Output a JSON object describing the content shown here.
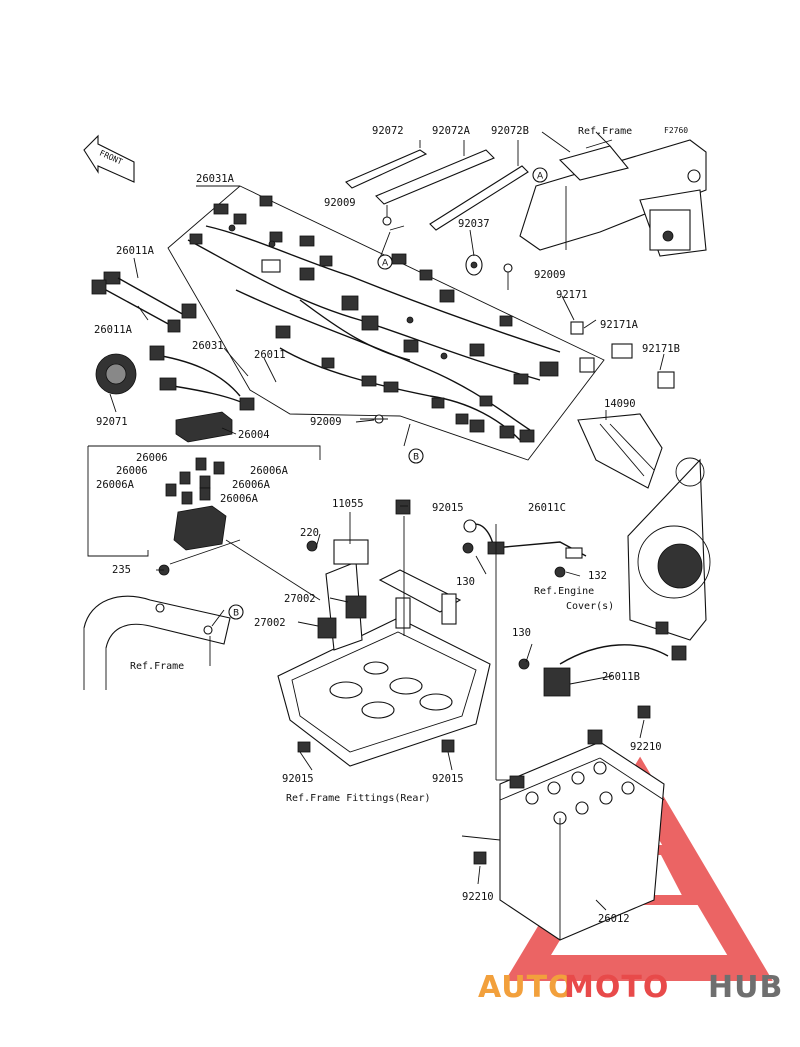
{
  "figure_code": "F2760",
  "front_label": "FRONT",
  "callouts": [
    "A",
    "A",
    "B",
    "B"
  ],
  "part_numbers": {
    "p92072": "92072",
    "p92072A": "92072A",
    "p92072B": "92072B",
    "p26031A": "26031A",
    "p92009_top": "92009",
    "p92037": "92037",
    "p92009_right": "92009",
    "p26011A_top": "26011A",
    "p26011A_bot": "26011A",
    "p92171": "92171",
    "p92171A": "92171A",
    "p92171B": "92171B",
    "p26031": "26031",
    "p26011": "26011",
    "p92071": "92071",
    "p92009_mid": "92009",
    "p14090": "14090",
    "p26004": "26004",
    "p26006_a": "26006",
    "p26006_b": "26006",
    "p26006A_a": "26006A",
    "p26006A_b": "26006A",
    "p26006A_c": "26006A",
    "p26006A_d": "26006A",
    "p11055": "11055",
    "p92015_top": "92015",
    "p26011C": "26011C",
    "p220": "220",
    "p235": "235",
    "p130_a": "130",
    "p132": "132",
    "p27002_a": "27002",
    "p27002_b": "27002",
    "p130_b": "130",
    "p26011B": "26011B",
    "p92210_a": "92210",
    "p92015_bl": "92015",
    "p92015_br": "92015",
    "p92210_b": "92210",
    "p26012": "26012"
  },
  "references": {
    "ref_frame_top": "Ref.Frame",
    "ref_engine_1": "Ref.Engine",
    "ref_engine_2": "Cover(s)",
    "ref_frame_left": "Ref.Frame",
    "ref_frame_fittings": "Ref.Frame Fittings(Rear)"
  },
  "watermark": {
    "text_a": "AUTO",
    "text_b": "MOTO",
    "text_c": "HUB",
    "color_orange": "#f2a03c",
    "color_red": "#e84a4a",
    "color_gray": "#6f6f6f"
  }
}
